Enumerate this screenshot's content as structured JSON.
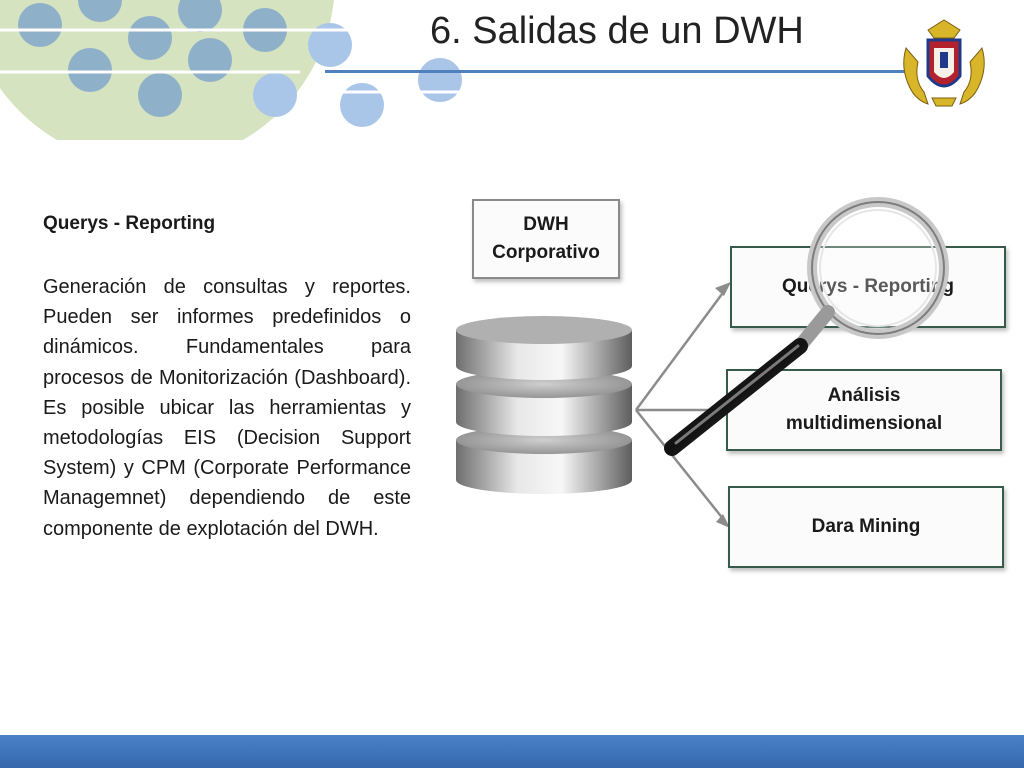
{
  "slide": {
    "title": "6. Salidas de un DWH"
  },
  "left_panel": {
    "heading": "Querys - Reporting",
    "body": "Generación de consultas y reportes. Pueden ser informes predefinidos o dinámicos. Fundamentales para procesos de Monitorización (Dashboard). Es posible ubicar las herramientas y metodologías EIS (Decision Support System) y CPM (Corporate Performance Managemnet) dependiendo de este componente de explotación del DWH."
  },
  "diagram": {
    "source": "DWH\nCorporativo",
    "outputs": [
      "Querys - Reporting",
      "Análisis\nmultidimensional",
      "Dara Mining"
    ]
  },
  "colors": {
    "accent": "#4f81bd",
    "footer": "#3a6fb5",
    "box_border": "#375a4a"
  },
  "icons": {
    "database": "database-icon",
    "magnifier": "magnifying-glass-icon",
    "crest": "university-crest-logo"
  }
}
